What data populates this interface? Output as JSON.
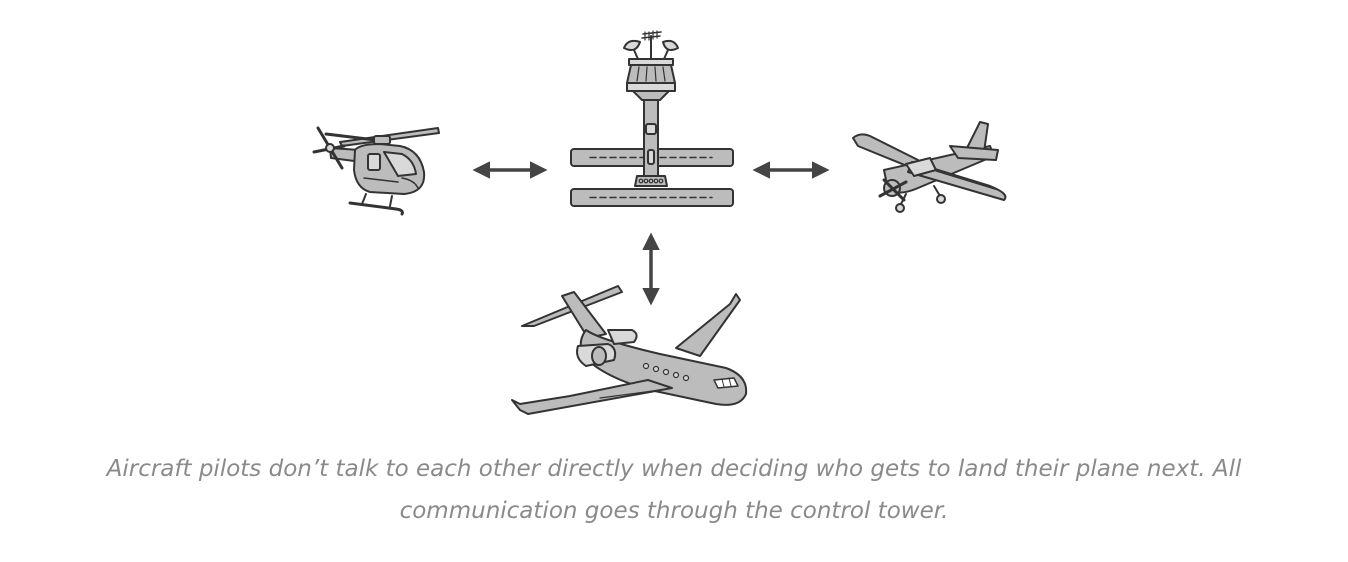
{
  "figure": {
    "nodes": [
      {
        "id": "control-tower",
        "label": "control tower"
      },
      {
        "id": "helicopter",
        "label": "helicopter"
      },
      {
        "id": "small-plane",
        "label": "small plane"
      },
      {
        "id": "jet",
        "label": "jet"
      }
    ],
    "links": [
      {
        "from": "helicopter",
        "to": "control-tower",
        "direction": "bidirectional"
      },
      {
        "from": "small-plane",
        "to": "control-tower",
        "direction": "bidirectional"
      },
      {
        "from": "jet",
        "to": "control-tower",
        "direction": "bidirectional"
      }
    ],
    "colors": {
      "stroke": "#333333",
      "fill": "#bcbcbc",
      "fill_light": "#d9d9d9",
      "arrow": "#444444"
    }
  },
  "caption": {
    "line1": "Aircraft pilots don’t talk to each other directly when deciding who gets to land their plane next. All",
    "line2": "communication goes through the control tower."
  }
}
